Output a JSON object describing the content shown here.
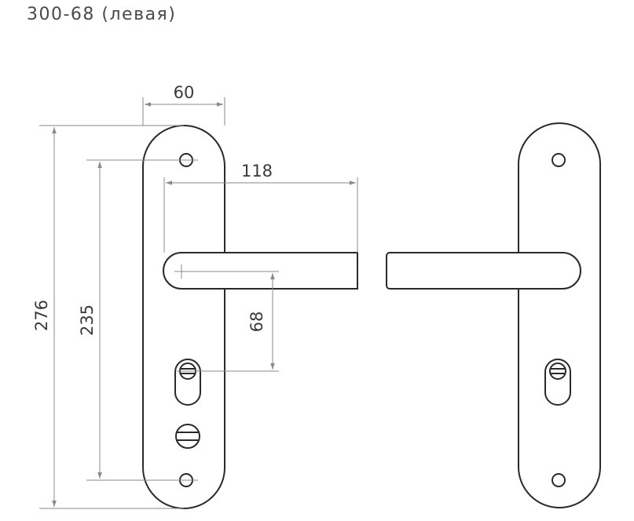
{
  "title": "300-68 (левая)",
  "dimensions": {
    "plate_width": "60",
    "plate_height": "276",
    "screw_distance": "235",
    "handle_length": "118",
    "cylinder_offset": "68"
  },
  "colors": {
    "outline": "#2a2a2a",
    "dimension_line": "#8a8a8a",
    "text": "#3a3a3a"
  }
}
